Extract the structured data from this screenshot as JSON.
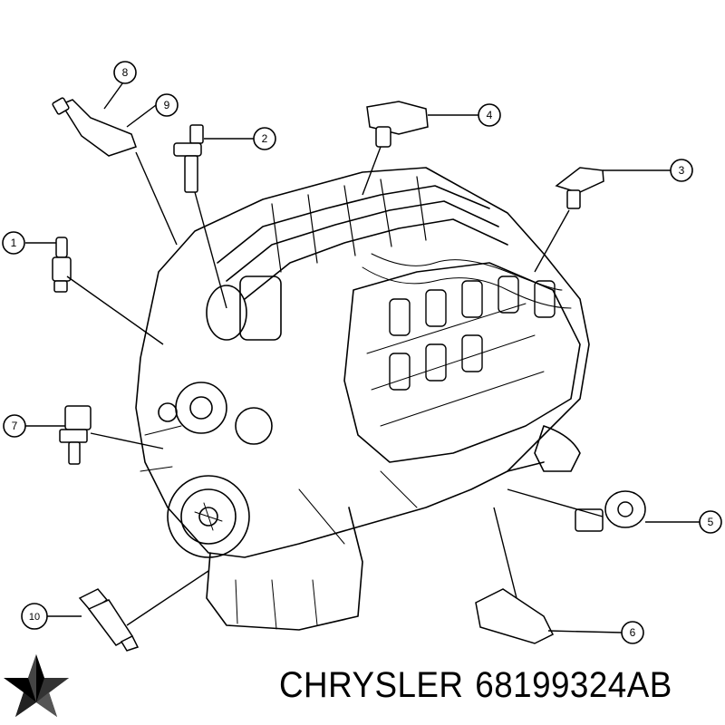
{
  "callouts": [
    {
      "n": "1"
    },
    {
      "n": "2"
    },
    {
      "n": "3"
    },
    {
      "n": "4"
    },
    {
      "n": "5"
    },
    {
      "n": "6"
    },
    {
      "n": "7"
    },
    {
      "n": "8"
    },
    {
      "n": "9"
    },
    {
      "n": "10"
    }
  ],
  "footer": {
    "brand": "CHRYSLER",
    "part_number": "68199324AB",
    "logo_icon": "chrysler-pentastar-icon"
  },
  "colors": {
    "ink": "#000000",
    "background": "#ffffff"
  }
}
